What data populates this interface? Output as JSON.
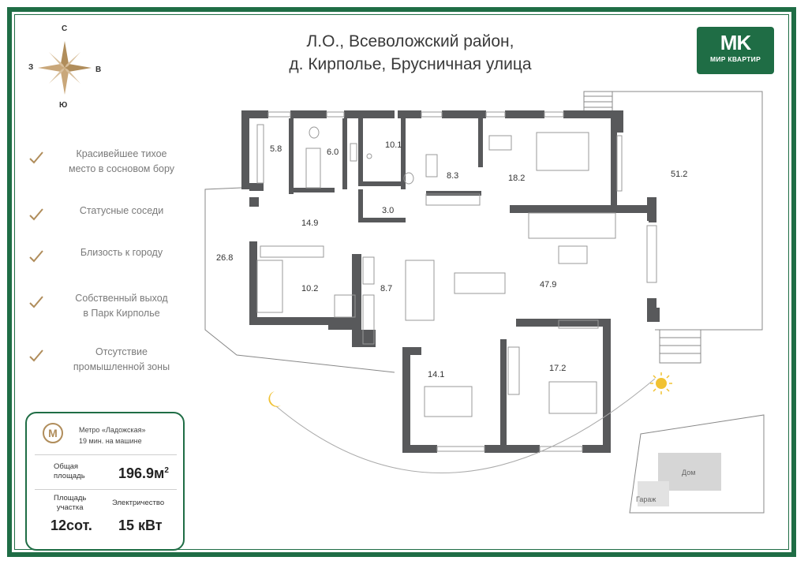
{
  "header": {
    "title_line1": "Л.О., Всеволожский район,",
    "title_line2": "д. Кирполье, Брусничная улица"
  },
  "logo": {
    "mark": "MK",
    "text": "МИР КВАРТИР",
    "color": "#1f6d45"
  },
  "compass": {
    "north": "С",
    "west": "З",
    "east": "В",
    "south": "Ю"
  },
  "features": [
    {
      "line1": "Красивейшее тихое",
      "line2": "место в сосновом бору"
    },
    {
      "line1": "Статусные соседи",
      "line2": ""
    },
    {
      "line1": "Близость к городу",
      "line2": ""
    },
    {
      "line1": "Собственный выход",
      "line2": "в Парк Кирполье"
    },
    {
      "line1": "Отсутствие",
      "line2": "промышленной зоны"
    }
  ],
  "info": {
    "metro_icon": "М",
    "metro_line1": "Метро «Ладожская»",
    "metro_line2": "19 мин. на машине",
    "total_area_label1": "Общая",
    "total_area_label2": "площадь",
    "total_area_value": "196.9м",
    "total_area_sup": "2",
    "plot_label1": "Площадь",
    "plot_label2": "участка",
    "plot_value": "12сот.",
    "power_label": "Электричество",
    "power_value": "15 кВт"
  },
  "rooms": [
    "5.8",
    "6.0",
    "10.1",
    "8.3",
    "18.2",
    "51.2",
    "3.0",
    "14.9",
    "26.8",
    "10.2",
    "8.7",
    "47.9",
    "14.1",
    "17.2"
  ],
  "site": {
    "house": "Дом",
    "garage": "Гараж"
  },
  "colors": {
    "accent": "#1f6d45",
    "wall": "#58595b",
    "gold": "#b08d5b"
  }
}
